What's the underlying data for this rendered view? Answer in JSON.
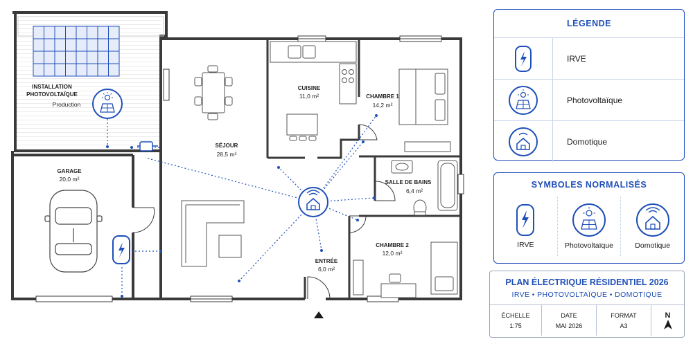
{
  "colors": {
    "accent": "#1f4fb8",
    "wall": "#3a3a3a",
    "furniture": "#555555"
  },
  "rooms": {
    "pv": {
      "line1": "INSTALLATION",
      "line2": "PHOTOVOLTAÏQUE",
      "line3": "Production"
    },
    "garage": {
      "name": "GARAGE",
      "area": "20,0 m²"
    },
    "sejour": {
      "name": "SÉJOUR",
      "area": "28,5 m²"
    },
    "cuisine": {
      "name": "CUISINE",
      "area": "11,0 m²"
    },
    "chambre1": {
      "name": "CHAMBRE 1",
      "area": "14,2 m²"
    },
    "sdb": {
      "name": "SALLE DE BAINS",
      "area": "6,4 m²"
    },
    "chambre2": {
      "name": "CHAMBRE 2",
      "area": "12,0 m²"
    },
    "entree": {
      "name": "ENTRÉE",
      "area": "6,0 m²"
    }
  },
  "legend": {
    "title": "LÉGENDE",
    "items": [
      {
        "icon": "ev-charger-icon",
        "label": "IRVE"
      },
      {
        "icon": "solar-panel-icon",
        "label": "Photovoltaïque"
      },
      {
        "icon": "smart-home-icon",
        "label": "Domotique"
      }
    ]
  },
  "symbols": {
    "title": "SYMBOLES NORMALISÉS",
    "items": [
      {
        "icon": "ev-charger-icon",
        "label": "IRVE"
      },
      {
        "icon": "solar-panel-icon",
        "label": "Photovoltaïque"
      },
      {
        "icon": "smart-home-icon",
        "label": "Domotique"
      }
    ]
  },
  "title_block": {
    "title": "PLAN ÉLECTRIQUE RÉSIDENTIEL 2026",
    "subtitle": "IRVE • PHOTOVOLTAÏQUE • DOMOTIQUE",
    "fields": [
      {
        "label": "ÉCHELLE",
        "value": "1:75"
      },
      {
        "label": "DATE",
        "value": "MAI 2026"
      },
      {
        "label": "FORMAT",
        "value": "A3"
      }
    ],
    "north": "N"
  }
}
